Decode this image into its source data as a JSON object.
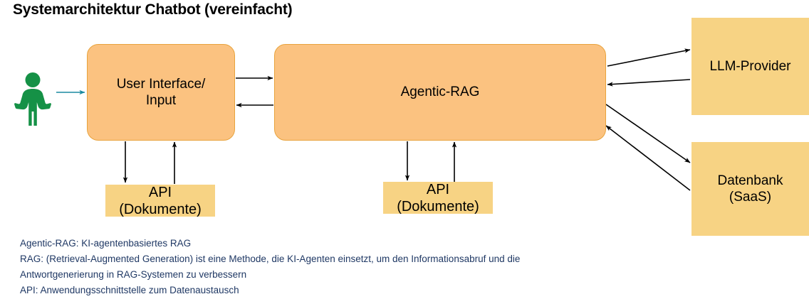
{
  "title": "Systemarchitektur Chatbot (vereinfacht)",
  "colors": {
    "process_fill": "#FBC280",
    "process_stroke": "#E8A33D",
    "external_fill": "#F7D384",
    "arrow": "#000000",
    "user_arrow": "#1A8AA0",
    "person": "#159146",
    "legend_text": "#1F3864",
    "background": "#FFFFFF"
  },
  "actors": {
    "user_icon": "person-icon"
  },
  "nodes": {
    "user_interface": {
      "label": "User Interface/\nInput",
      "type": "process"
    },
    "agentic_rag": {
      "label": "Agentic-RAG",
      "type": "process"
    },
    "llm_provider": {
      "label": "LLM-Provider",
      "type": "external"
    },
    "datenbank": {
      "label": "Datenbank\n(SaaS)",
      "type": "external"
    },
    "api_left": {
      "label": "API\n(Dokumente)",
      "type": "external"
    },
    "api_right": {
      "label": "API\n(Dokumente)",
      "type": "external"
    }
  },
  "connections": [
    {
      "from": "user",
      "to": "user_interface",
      "direction": "right",
      "color": "#1A8AA0"
    },
    {
      "from": "user_interface",
      "to": "agentic_rag",
      "direction": "right"
    },
    {
      "from": "agentic_rag",
      "to": "user_interface",
      "direction": "left"
    },
    {
      "from": "user_interface",
      "to": "api_left",
      "direction": "down"
    },
    {
      "from": "api_left",
      "to": "user_interface",
      "direction": "up"
    },
    {
      "from": "agentic_rag",
      "to": "api_right",
      "direction": "down"
    },
    {
      "from": "api_right",
      "to": "agentic_rag",
      "direction": "up"
    },
    {
      "from": "agentic_rag",
      "to": "llm_provider",
      "direction": "up-right"
    },
    {
      "from": "llm_provider",
      "to": "agentic_rag",
      "direction": "down-left"
    },
    {
      "from": "agentic_rag",
      "to": "datenbank",
      "direction": "down-right"
    },
    {
      "from": "datenbank",
      "to": "agentic_rag",
      "direction": "up-left"
    }
  ],
  "legend": {
    "lines": [
      "Agentic-RAG: KI-agentenbasiertes RAG",
      "RAG: (Retrieval-Augmented Generation) ist eine Methode, die KI-Agenten einsetzt, um den Informationsabruf und die",
      "Antwortgenerierung in RAG-Systemen zu verbessern",
      "API: Anwendungsschnittstelle zum Datenaustausch"
    ]
  }
}
